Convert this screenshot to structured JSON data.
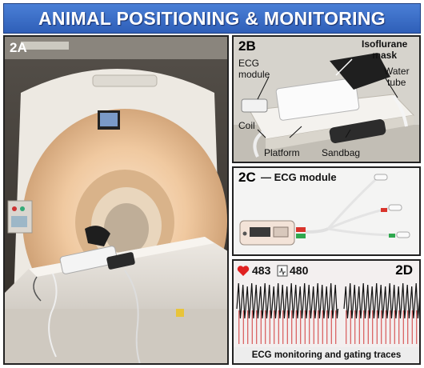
{
  "header": {
    "title": "ANIMAL POSITIONING & MONITORING"
  },
  "panels": {
    "a": {
      "label": "2A"
    },
    "b": {
      "label": "2B",
      "annotations": {
        "ecg_line1": "ECG",
        "ecg_line2": "module",
        "iso_line1": "Isoflurane",
        "iso_line2": "mask",
        "water_line1": "Water",
        "water_line2": "tube",
        "coil": "Coil",
        "platform": "Platform",
        "sandbag": "Sandbag"
      }
    },
    "c": {
      "label": "2C",
      "title": "— ECG module"
    },
    "d": {
      "label": "2D",
      "heart_rate": "483",
      "gating_rate": "480",
      "caption": "ECG monitoring and gating traces"
    }
  },
  "colors": {
    "banner": "#3a6cc8",
    "ecg_trace": "#111111",
    "gating_trace": "#d23a3a",
    "heart": "#e02020",
    "lead_white": "#f2f2f2",
    "lead_red": "#d9342b",
    "lead_green": "#2fa84f"
  },
  "icons": {
    "heart": "heart-icon",
    "gate": "gate-icon"
  }
}
